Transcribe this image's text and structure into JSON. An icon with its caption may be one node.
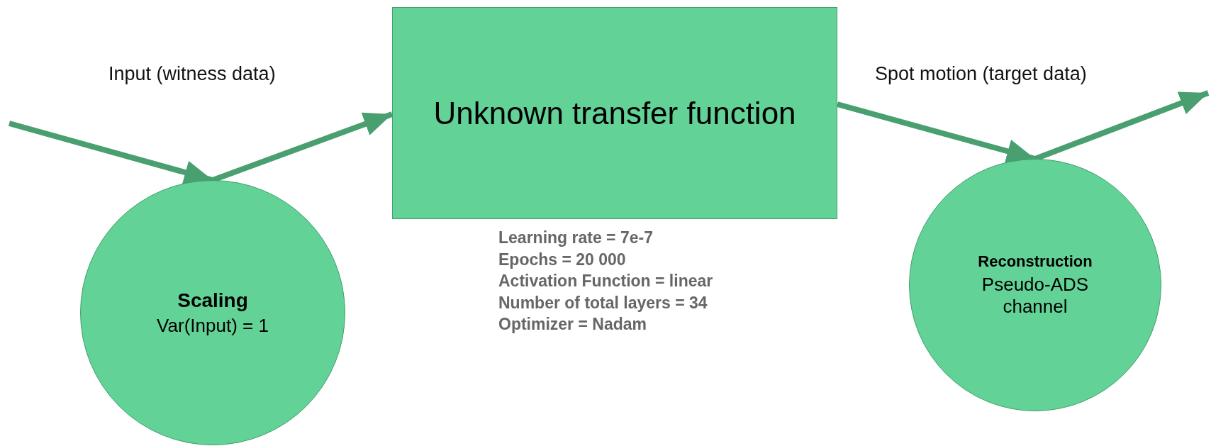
{
  "diagram": {
    "nodes": [
      {
        "text": [
          "Unknown transfer function"
        ]
      },
      {
        "text": [
          "Scaling",
          "Var(Input) = 1"
        ]
      },
      {
        "text": [
          "Reconstruction",
          "Pseudo-ADS channel"
        ]
      }
    ],
    "edges": [
      {
        "from": null,
        "to": 1,
        "arrow": "to"
      },
      {
        "from": 1,
        "to": 0,
        "arrow": "to"
      },
      {
        "from": 0,
        "to": 2,
        "arrow": "to"
      },
      {
        "from": 2,
        "to": null,
        "arrow": "to"
      }
    ],
    "labels": [
      "Input (witness data)",
      "Spot motion (target data)",
      "Learning rate = 7e-7",
      "Epochs = 20 000",
      "Activation Function = linear",
      "Number of total layers = 34",
      "Optimizer = Nadam"
    ]
  }
}
